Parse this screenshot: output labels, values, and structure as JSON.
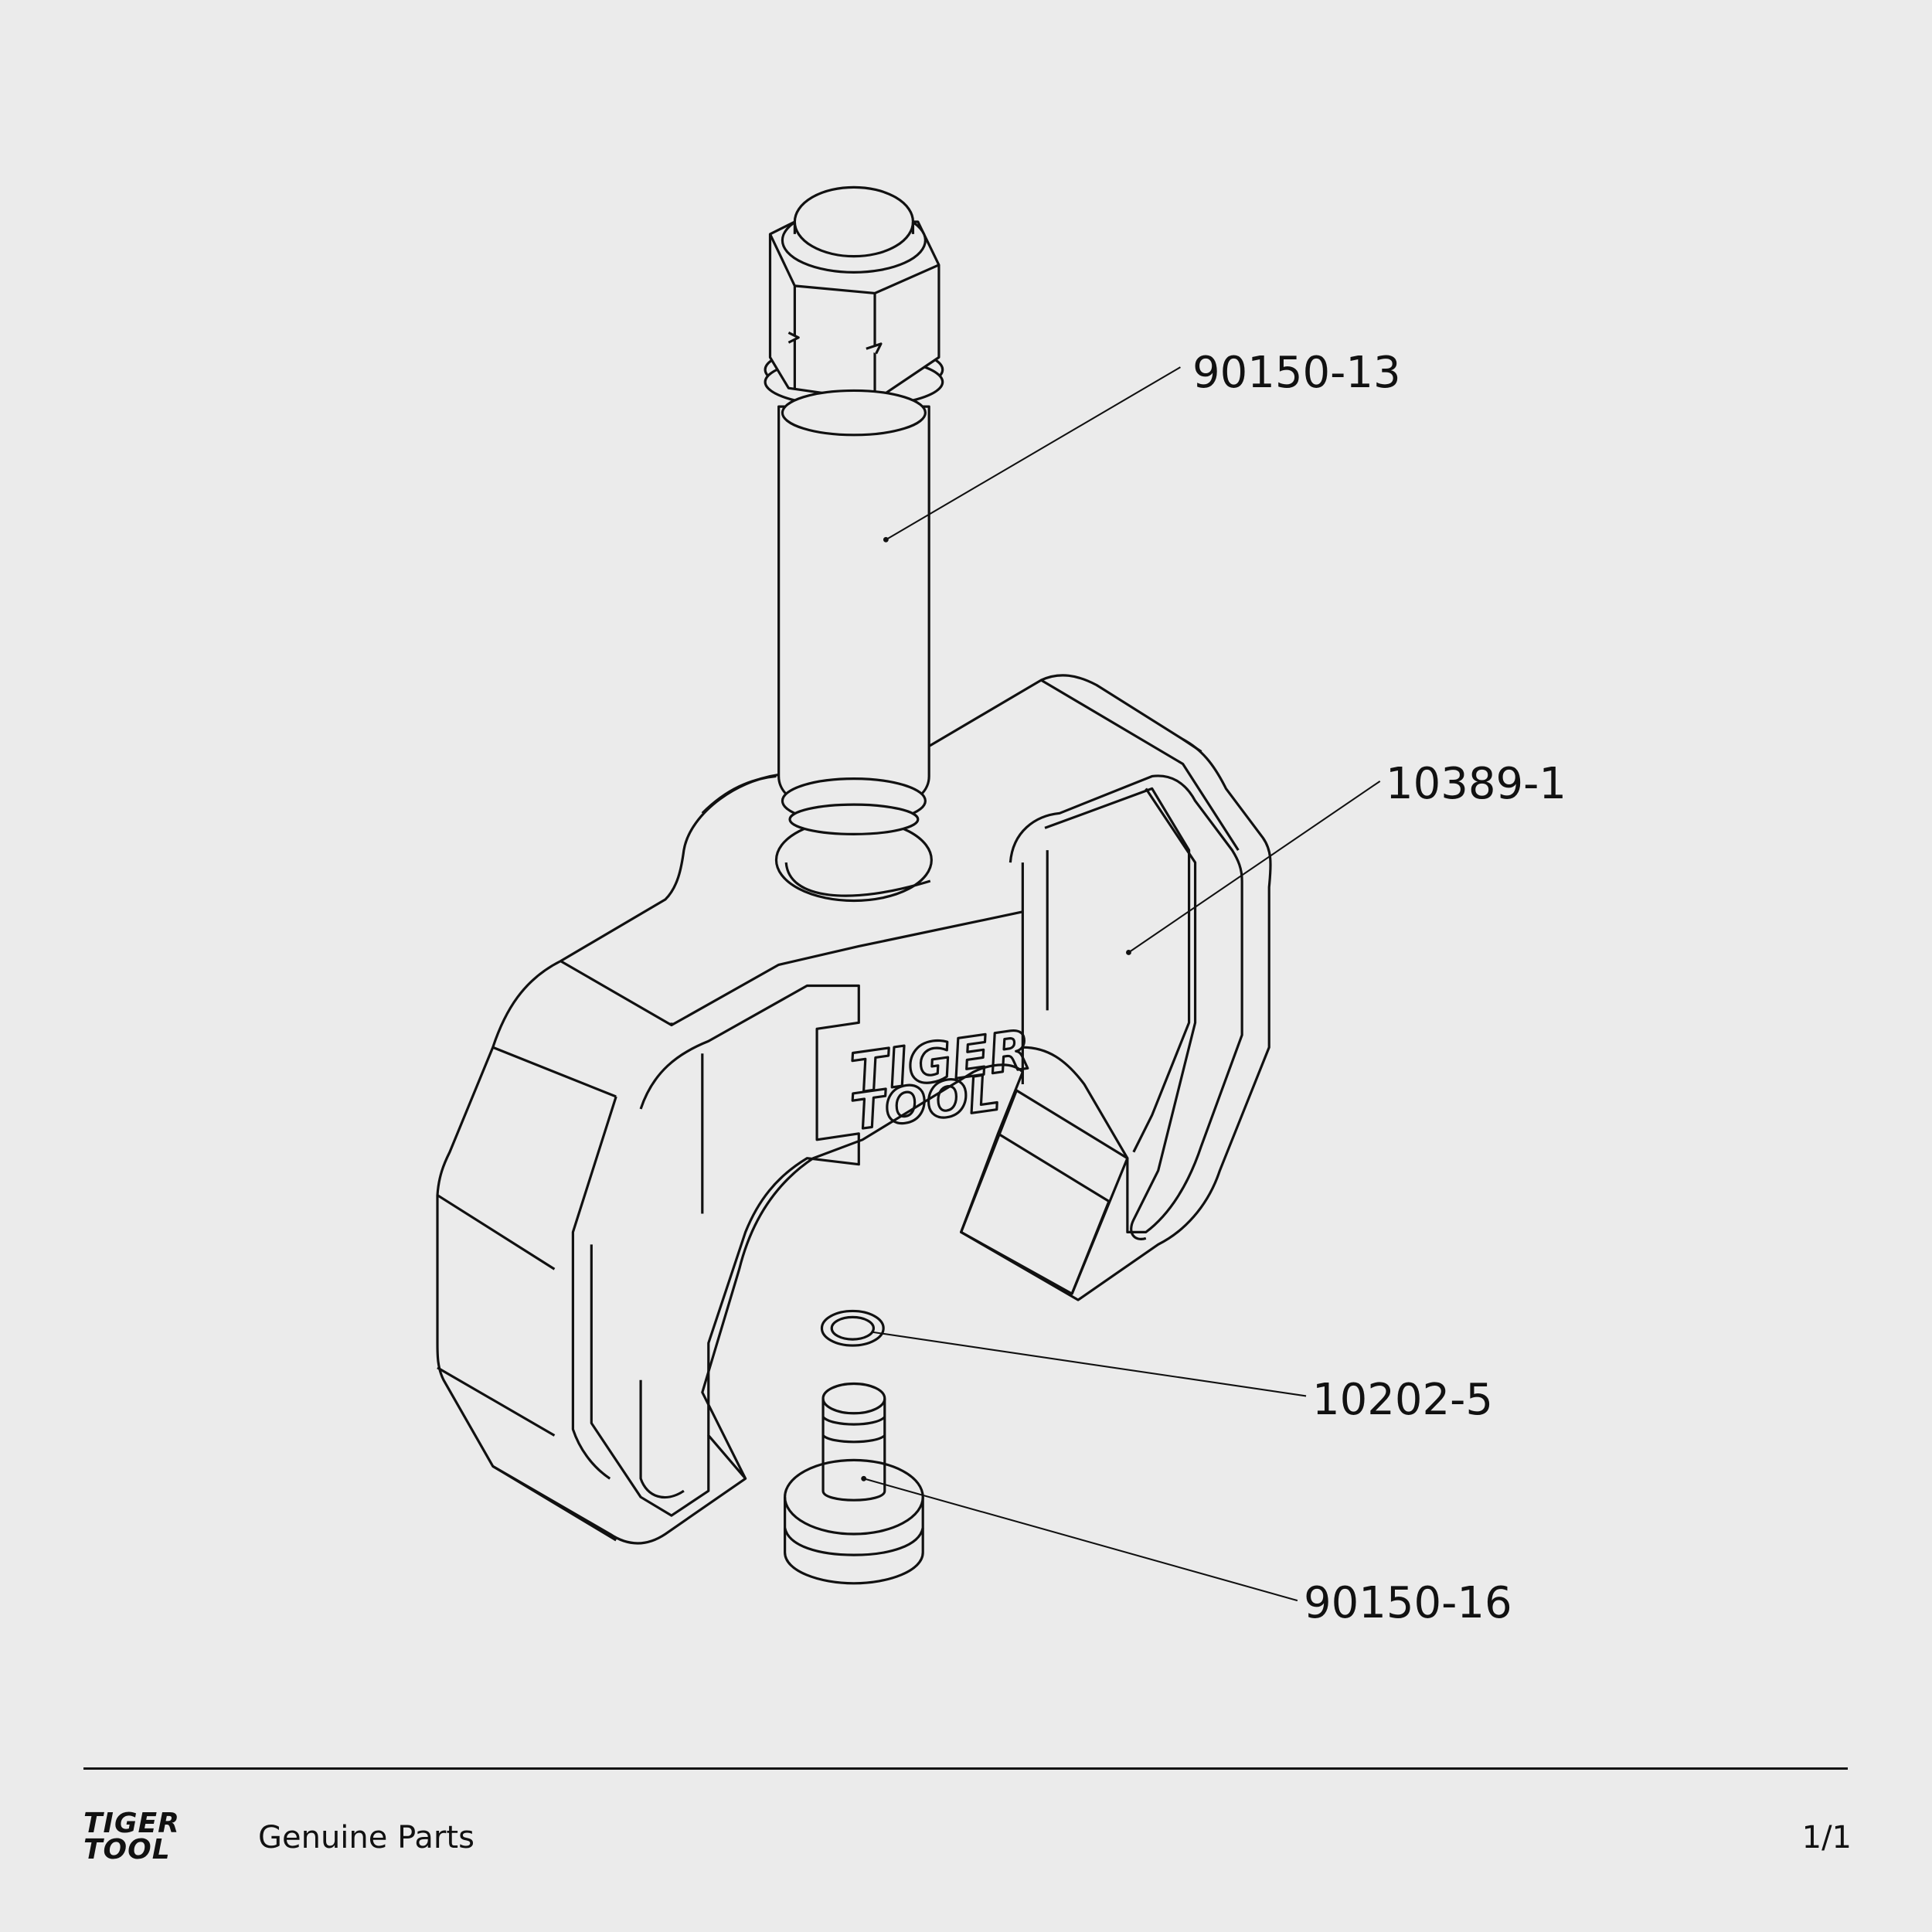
{
  "parts": [
    {
      "number": "90150-13"
    },
    {
      "number": "10389-1"
    },
    {
      "number": "10202-5"
    },
    {
      "number": "90150-16"
    }
  ],
  "footer": {
    "brand_logo": "TIGER TOOL",
    "tagline": "Genuine Parts",
    "page": "1/1"
  },
  "colors": {
    "background": "#ebebeb",
    "ink": "#111111"
  }
}
